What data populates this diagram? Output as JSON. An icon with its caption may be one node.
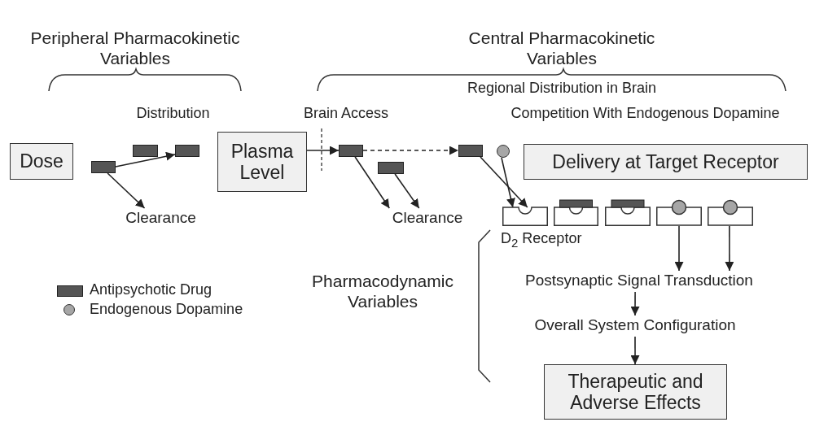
{
  "diagram": {
    "nodes": [
      {
        "text": [
          "Dose"
        ]
      },
      {
        "text": [],
        "shape": "bar"
      },
      {
        "text": [],
        "shape": "bar"
      },
      {
        "text": [],
        "shape": "bar"
      },
      {
        "text": [
          "Plasma Level"
        ]
      },
      {
        "text": [],
        "shape": "bar"
      },
      {
        "text": [],
        "shape": "bar"
      },
      {
        "text": [],
        "shape": "bar"
      },
      {
        "text": [],
        "shape": "circle"
      },
      {
        "text": [
          "Delivery at Target Receptor"
        ]
      },
      {
        "text": [],
        "shape": "box"
      },
      {
        "text": [],
        "shape": "box"
      },
      {
        "text": [],
        "shape": "box"
      },
      {
        "text": [],
        "shape": "box"
      },
      {
        "text": [],
        "shape": "box"
      },
      {
        "text": [
          "Postsynaptic Signal Transduction"
        ]
      },
      {
        "text": [
          "Overall System Configuration"
        ]
      },
      {
        "text": [
          "Therapeutic and Adverse Effects"
        ]
      },
      {
        "text": [
          "Clearance"
        ]
      },
      {
        "text": [
          "Clearance"
        ]
      }
    ],
    "edges": [
      {
        "from": 1,
        "to": 3,
        "arrow": "to"
      },
      {
        "from": 1,
        "to": 18,
        "arrow": "to"
      },
      {
        "from": 4,
        "to": 5,
        "arrow": "to"
      },
      {
        "from": 5,
        "to": 19,
        "arrow": "to"
      },
      {
        "from": 6,
        "to": 19,
        "arrow": "to"
      },
      {
        "from": 5,
        "to": 7,
        "arrow": "to",
        "style": "dashed"
      },
      {
        "from": 7,
        "to": 10,
        "arrow": "to"
      },
      {
        "from": 8,
        "to": 10,
        "arrow": "to"
      },
      {
        "from": 13,
        "to": 15,
        "arrow": "to"
      },
      {
        "from": 14,
        "to": 15,
        "arrow": "to"
      },
      {
        "from": 15,
        "to": 16,
        "arrow": "to"
      },
      {
        "from": 16,
        "to": 17,
        "arrow": "to"
      }
    ],
    "labels": [
      "Peripheral Pharmacokinetic Variables",
      "Central Pharmacokinetic Variables",
      "Regional Distribution in Brain",
      "Distribution",
      "Brain Access",
      "Competition With Endogenous Dopamine",
      "D$_{2}$ Receptor",
      "Pharmacodynamic Variables"
    ],
    "legend": [
      {
        "text": "Antipsychotic Drug",
        "color": "#555555"
      },
      {
        "text": "Endogenous Dopamine",
        "color": "#a6a6a6"
      }
    ]
  }
}
